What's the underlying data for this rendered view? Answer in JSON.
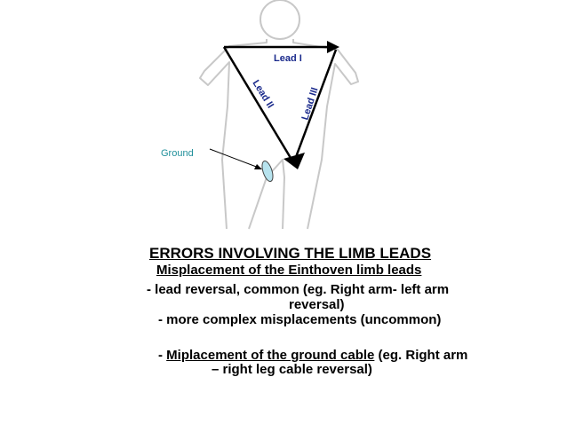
{
  "diagram": {
    "lead_i": "Lead I",
    "lead_ii": "Lead II",
    "lead_iii": "Lead III",
    "ground": "Ground",
    "colors": {
      "body_outline": "#c8c8c8",
      "triangle": "#000000",
      "lead_label": "#1a2a8c",
      "ground_label": "#1f8f9a",
      "ground_electrode": "#b7e3ee"
    }
  },
  "text": {
    "title": "ERRORS INVOLVING THE LIMB LEADS",
    "subtitle": "Misplacement of the Einthoven limb leads",
    "item1_line1": "-   lead reversal, common (eg. Right arm- left arm",
    "item1_line2": "reversal)",
    "item2": "- more complex misplacements (uncommon)",
    "item3_prefix": "- ",
    "item3_underlined": "Miplacement of the ground cable",
    "item3_rest": " (eg. Right arm",
    "item3_line2": "– right leg cable reversal)"
  }
}
